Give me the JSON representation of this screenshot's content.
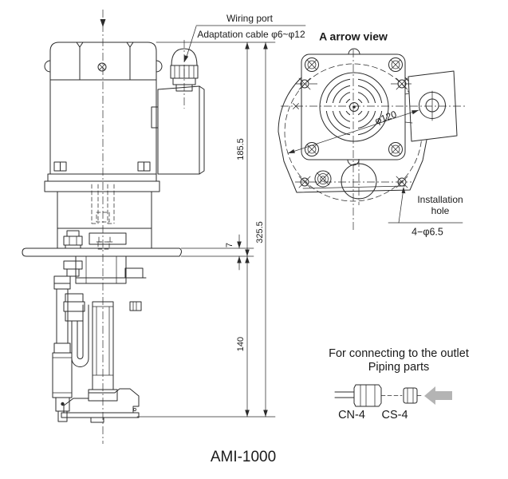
{
  "drawing": {
    "model": "AMI-1000",
    "labels": {
      "wiring_port": "Wiring port",
      "adaptation_cable": "Adaptation cable φ6~φ12",
      "arrow_view_title": "A arrow view",
      "installation_hole_line1": "Installation",
      "installation_hole_line2": "hole",
      "installation_hole_spec": "4−φ6.5",
      "bolt_circle_dia": "φ120",
      "outlet_note_line1": "For connecting to the outlet",
      "outlet_note_line2": "Piping parts",
      "fitting_nut": "CN-4",
      "fitting_sleeve": "CS-4"
    },
    "dimensions": {
      "motor_height": "185.5",
      "overall_height": "325.5",
      "plate_thickness": "7",
      "below_plate_depth": "140"
    },
    "colors": {
      "line": "#2b2b2b",
      "text": "#1a1a1a",
      "arrow_fill": "#b4b4b4",
      "background": "#ffffff"
    }
  }
}
